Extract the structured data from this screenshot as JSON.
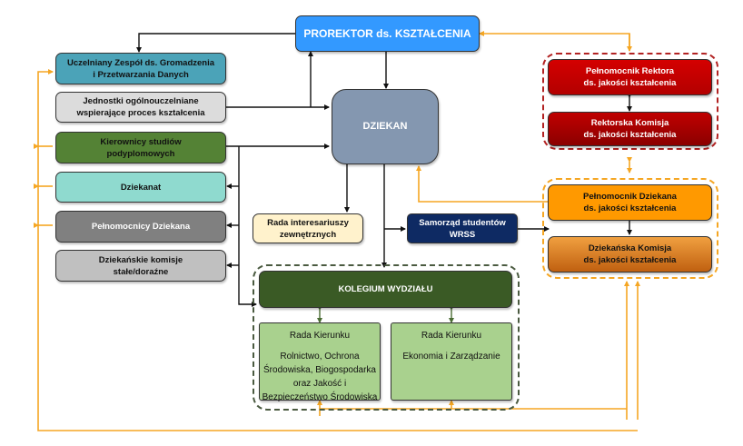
{
  "prorektor": {
    "label": "PROREKTOR ds. KSZTAŁCENIA"
  },
  "left_units": {
    "zespol": {
      "line1": "Uczelniany Zespół ds. Gromadzenia",
      "line2": "i Przetwarzania Danych"
    },
    "jednostki": {
      "line1": "Jednostki ogólnouczelniane",
      "line2": "wspierające proces kształcenia"
    },
    "kierownicy": {
      "line1": "Kierownicy studiów",
      "line2": "podyplomowych"
    },
    "dziekanat": {
      "label": "Dziekanat"
    },
    "pelnomocnicy": {
      "label": "Pełnomocnicy Dziekana"
    },
    "komisje": {
      "line1": "Dziekańskie komisje",
      "line2": "stałe/doraźne"
    }
  },
  "dziekan": {
    "label": "DZIEKAN"
  },
  "rada_interesariuszy": {
    "line1": "Rada interesariuszy",
    "line2": "zewnętrznych"
  },
  "samorzad": {
    "line1": "Samorząd studentów",
    "line2": "WRSS"
  },
  "rector_quality": {
    "pelnomocnik": {
      "line1": "Pełnomocnik Rektora",
      "line2": "ds. jakości kształcenia"
    },
    "komisja": {
      "line1": "Rektorska Komisja",
      "line2": "ds. jakości kształcenia"
    }
  },
  "dean_quality": {
    "pelnomocnik": {
      "line1": "Pełnomocnik Dziekana",
      "line2": "ds. jakości kształcenia"
    },
    "komisja": {
      "line1": "Dziekańska Komisja",
      "line2": "ds. jakości kształcenia"
    }
  },
  "kolegium": {
    "label": "KOLEGIUM WYDZIAŁU",
    "rada_1": {
      "title": "Rada Kierunku",
      "body": "Rolnictwo, Ochrona Środowiska, Biogospodarka oraz Jakość i Bezpieczeństwo Środowiska"
    },
    "rada_2": {
      "title": "Rada Kierunku",
      "body": "Ekonomia i Zarządzanie"
    }
  },
  "colors": {
    "prorektor": "#3399ff",
    "dziekan": "#8497b0",
    "zespol": "#4ba3b8",
    "jednostki": "#dcdcdc",
    "kierownicy": "#548235",
    "dziekanat": "#8fdacf",
    "pelnomocnicy": "#808080",
    "komisje": "#c0c0c0",
    "rada_interesariuszy": "#fff2cc",
    "samorzad": "#0e2a63",
    "rector_red": "#cc0000",
    "dean_orange": "#ff9900",
    "kolegium": "#3a5a25",
    "rada_kierunku": "#a9d18e",
    "feedback_orange": "#f5a623"
  }
}
